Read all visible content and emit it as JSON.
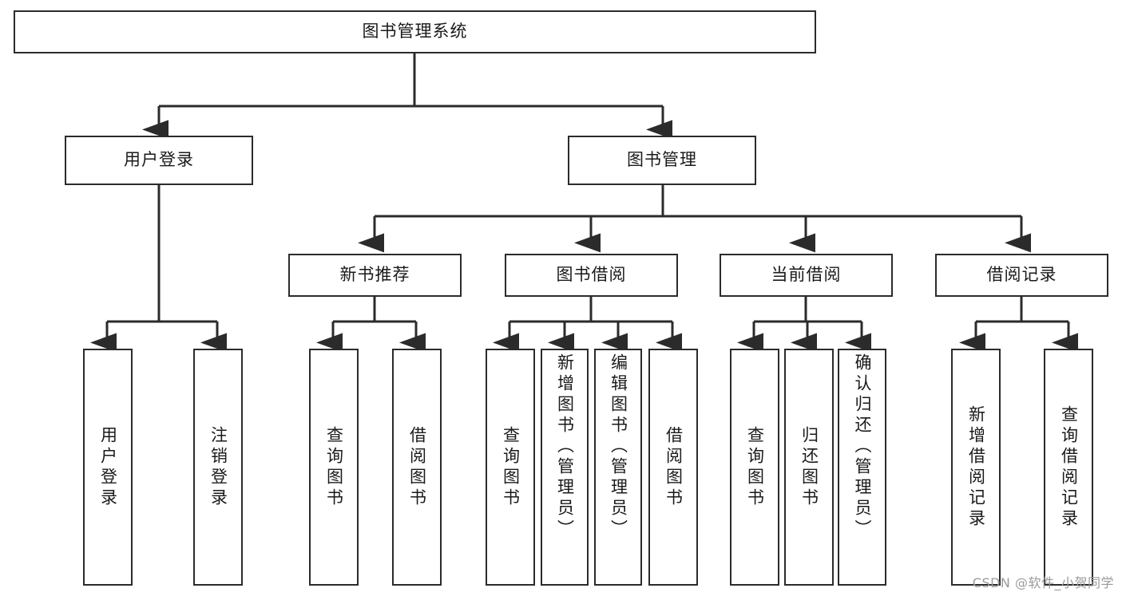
{
  "diagram": {
    "type": "tree",
    "title": "图书管理系统",
    "watermark": "CSDN @软件_小贺同学",
    "colors": {
      "stroke": "#2b2b2b",
      "fill": "#ffffff",
      "text": "#1a1a1a",
      "watermark": "#9a9a9a"
    },
    "nodes": {
      "root": {
        "label": "图书管理系统",
        "orientation": "horizontal"
      },
      "level2": [
        {
          "label": "用户登录",
          "orientation": "horizontal"
        },
        {
          "label": "图书管理",
          "orientation": "horizontal"
        }
      ],
      "level3": [
        {
          "label": "新书推荐",
          "orientation": "horizontal"
        },
        {
          "label": "图书借阅",
          "orientation": "horizontal"
        },
        {
          "label": "当前借阅",
          "orientation": "horizontal"
        },
        {
          "label": "借阅记录",
          "orientation": "horizontal"
        }
      ],
      "leaves": {
        "user_login": [
          {
            "label": "用户登录",
            "orientation": "vertical"
          },
          {
            "label": "注销登录",
            "orientation": "vertical"
          }
        ],
        "new_book_recommend": [
          {
            "label": "查询图书",
            "orientation": "vertical"
          },
          {
            "label": "借阅图书",
            "orientation": "vertical"
          }
        ],
        "book_borrow": [
          {
            "label": "查询图书",
            "orientation": "vertical"
          },
          {
            "label": "新增图书（管理员）",
            "orientation": "vertical"
          },
          {
            "label": "编辑图书（管理员）",
            "orientation": "vertical"
          },
          {
            "label": "借阅图书",
            "orientation": "vertical"
          }
        ],
        "current_borrow": [
          {
            "label": "查询图书",
            "orientation": "vertical"
          },
          {
            "label": "归还图书",
            "orientation": "vertical"
          },
          {
            "label": "确认归还（管理员）",
            "orientation": "vertical"
          }
        ],
        "borrow_record": [
          {
            "label": "新增借阅记录",
            "orientation": "vertical"
          },
          {
            "label": "查询借阅记录",
            "orientation": "vertical"
          }
        ]
      }
    }
  }
}
